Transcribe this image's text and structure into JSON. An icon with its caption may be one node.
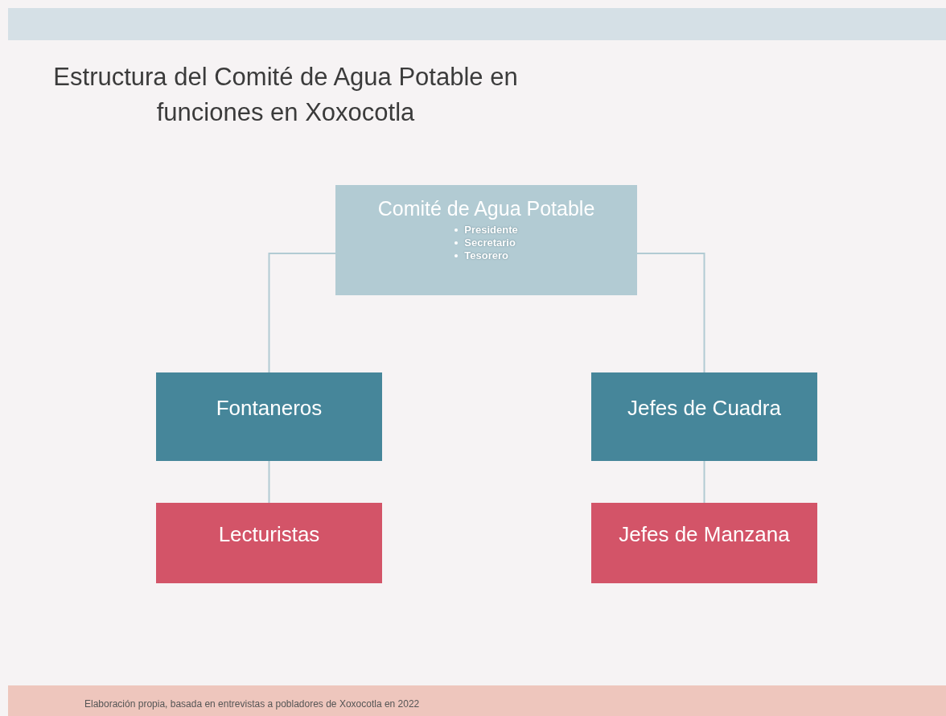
{
  "diagram": {
    "title": "Estructura del Comité de Agua Potable en funciones en Xoxocotla",
    "caption": "Elaboración propia, basada en entrevistas a pobladores de Xoxocotla en 2022",
    "nodes": [
      {
        "text": [
          "Comité de Agua Potable",
          "Presidente",
          "Secretario",
          "Tesorero"
        ]
      },
      {
        "text": [
          "Fontaneros"
        ]
      },
      {
        "text": [
          "Jefes de Cuadra"
        ]
      },
      {
        "text": [
          "Lecturistas"
        ]
      },
      {
        "text": [
          "Jefes de Manzana"
        ]
      }
    ],
    "edges": [
      {
        "from": 0,
        "to": 1,
        "arrow": "none"
      },
      {
        "from": 0,
        "to": 2,
        "arrow": "none"
      },
      {
        "from": 1,
        "to": 3,
        "arrow": "none"
      },
      {
        "from": 2,
        "to": 4,
        "arrow": "none"
      }
    ]
  }
}
